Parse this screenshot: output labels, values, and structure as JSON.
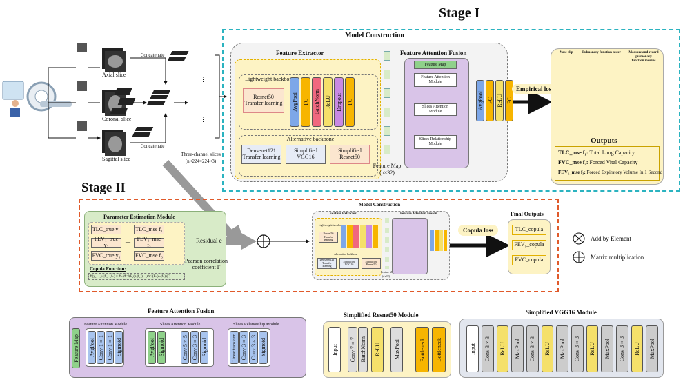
{
  "stage1": {
    "title": "Stage I",
    "model_construction": "Model Construction",
    "inputs": {
      "axial": "Axial slice",
      "coronal": "Coronal slice",
      "sagittal": "Sagittal slice",
      "concat1": "Concatenate",
      "concat2": "Concatenate",
      "three_channel": "Three-channel slices",
      "three_channel_dim": "(n×224×224×3)"
    },
    "extractor": {
      "title": "Feature Extractor",
      "lightweight": "Lightweight backbone",
      "resnet": "Resnet50\nTransfer learning",
      "layers": [
        "AvgPool",
        "FC",
        "BatchNorm",
        "ReLU",
        "Dropout",
        "FC"
      ],
      "alternative": "Alternative backbone",
      "alt1": "Densenet121\nTransfer learning",
      "alt2": "Simplified\nVGG16",
      "alt3": "Simplified\nResnet50"
    },
    "feature_map": "Feature Map",
    "feature_map_dim": "(n×32)",
    "fusion": {
      "title": "Feature Attention Fusion",
      "map": "Feature Map",
      "fam": "Feature Attention\nModule",
      "sam": "Slices Attention\nModule",
      "srm": "Slices Relationship\nModule"
    },
    "post_layers": [
      "AvgPool",
      "FC",
      "ReLU",
      "FC"
    ],
    "empirical_loss": "Empirical loss",
    "photo_labels": {
      "nose_clip": "Nose clip",
      "tester": "Pulmonary function tester",
      "measure": "Measure and record pulmonary\nfunction indexes"
    },
    "outputs": {
      "title": "Outputs",
      "items": [
        {
          "name": "TLC_mse f₁:",
          "desc": "Total Lung Capacity"
        },
        {
          "name": "FVC_mse f₂:",
          "desc": "Forced Vital Capacity"
        },
        {
          "name": "FEV₁_mse f₃:",
          "desc": "Forced Expiratory Volume In 1 Second"
        }
      ]
    }
  },
  "stage2": {
    "title": "Stage II",
    "param_module": {
      "title": "Parameter Estimation Module",
      "true": [
        "TLC_true y₁",
        "FEV₁_true y₂",
        "FVC_true y₃"
      ],
      "mse": [
        "TLC_mse f₁",
        "FEV₁_mse f₂",
        "FVC_mse f₃"
      ],
      "residual": "Residual e",
      "pearson": "Pearson correlation\ncoefficient Γ",
      "copula_fn": "Copula Function:",
      "formula": "Φ(y₁,...,yₙ|f₁,...,fₙ) = Φₙ(Φ⁻¹(F₁(e₁|f₁)),...,Φ⁻¹(Fₙ(eₙ|fₙ))|Γ)"
    },
    "model_construction": "Model Construction",
    "mini_extractor": "Feature Extractor",
    "mini_fusion": "Feature Attention Fusion",
    "mini_light": "Lightweight backbone",
    "mini_resnet": "Resnet50\nTransfer learning",
    "mini_alt": "Alternative backbone",
    "mini_alt1": "Densenet121\nTransfer learning",
    "mini_alt2": "Simplified\nVGG16",
    "mini_alt3": "Simplified\nResnet50",
    "mini_map": "Feature Map",
    "mini_map_dim": "(n×32)",
    "copula_loss": "Copula loss",
    "final_outputs": {
      "title": "Final Outputs",
      "items": [
        "TLC_copula",
        "FEV₁_copula",
        "FVC_copula"
      ]
    },
    "legend": {
      "add": "Add by Element",
      "mult": "Matrix multiplication"
    }
  },
  "bottom": {
    "fusion": {
      "title": "Feature Attention Fusion",
      "fam": "Feature Attention Module",
      "sam": "Slices Attention Module",
      "srm": "Slices Relationship Module",
      "map": "Feature Map",
      "fam_layers": [
        "AvgPool",
        "Conv 1×1",
        "Conv 1×1",
        "Sigmoid"
      ],
      "sam_pool": "AvgPool",
      "sam_sig": "Sigmoid",
      "sam_layers": [
        "Conv 5×5",
        "Conv 3×3",
        "Sigmoid"
      ],
      "srm_layers": [
        "Linear transform",
        "Conv 3×3",
        "Conv 3×3",
        "Sigmoid"
      ]
    },
    "resnet": {
      "title": "Simplified Resnet50 Module",
      "layers": [
        "Input",
        "Conv 7×7",
        "BatchNorm",
        "ReLU",
        "MaxPool",
        "Bottleneck",
        "Bottleneck"
      ]
    },
    "vgg": {
      "title": "Simplified VGG16 Module",
      "layers": [
        "Input",
        "Conv 3×3",
        "ReLU",
        "MaxPool",
        "Conv 3×3",
        "ReLU",
        "MaxPool",
        "Conv 3×3",
        "ReLU",
        "MaxPool",
        "Conv 3×3",
        "ReLU",
        "MaxPool"
      ]
    }
  },
  "colors": {
    "teal": "#2bb3c0",
    "orange_dash": "#e05a2b",
    "yellow_bg": "#fdf3c4",
    "green_bg": "#d8ebc8",
    "purple_bg": "#d9c4e8",
    "gray_bg": "#e2e6ee",
    "avgpool": "#7da7e8",
    "fc": "#f7b500",
    "batchnorm": "#f0687f",
    "relu": "#f5e06a",
    "dropout": "#c98ae3"
  }
}
